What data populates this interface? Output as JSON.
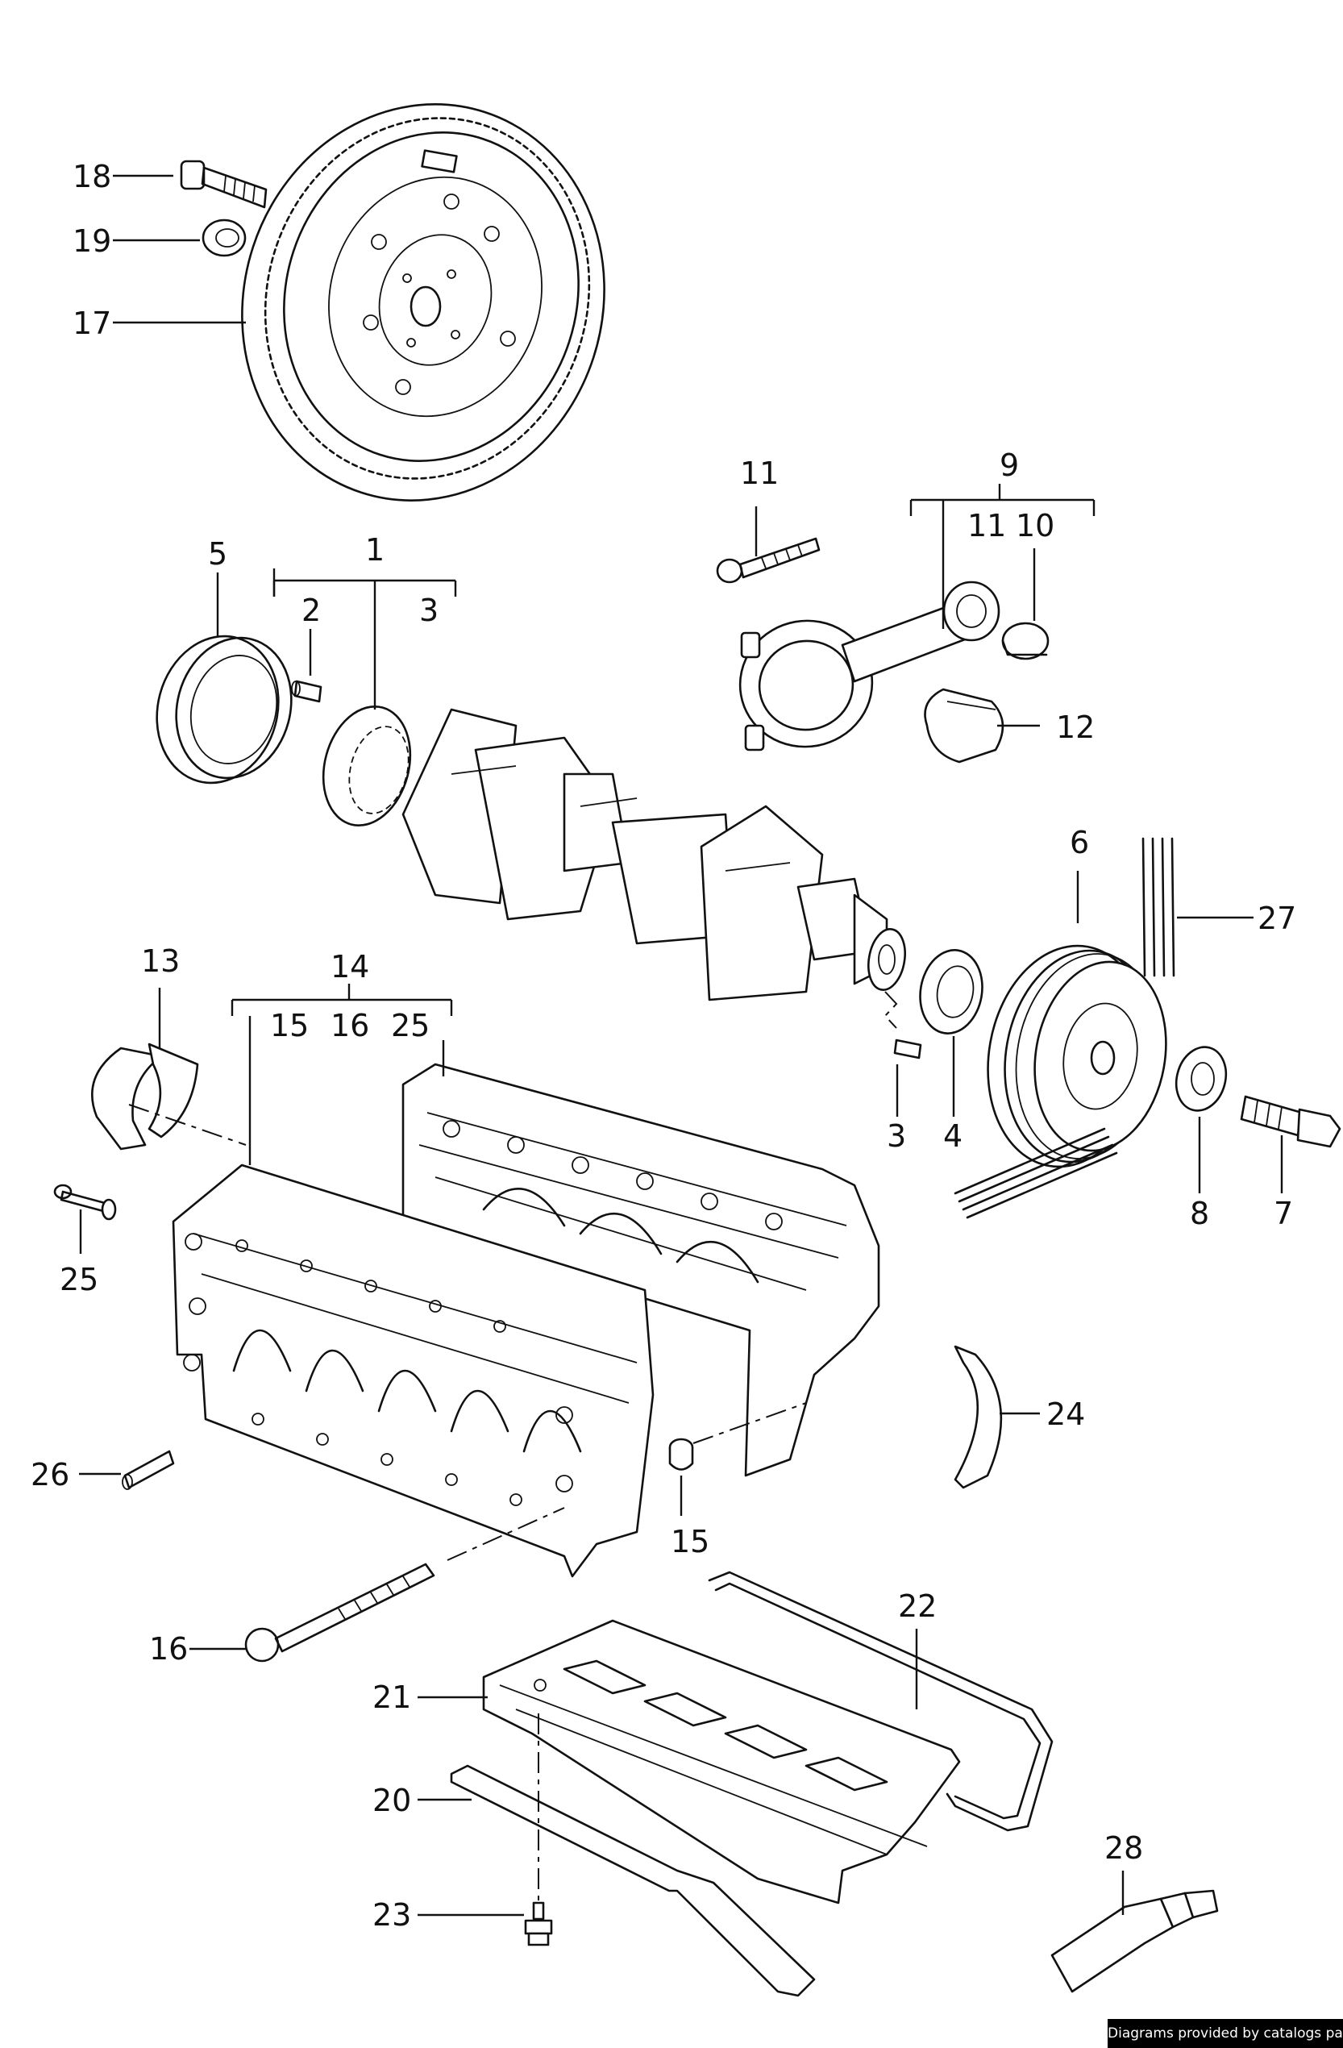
{
  "diagram": {
    "callouts": {
      "c1": "1",
      "c2": "2",
      "c3": "3",
      "c3b": "3",
      "c4": "4",
      "c5": "5",
      "c6": "6",
      "c7": "7",
      "c8": "8",
      "c9": "9",
      "c10": "10",
      "c11a": "11",
      "c11b": "11",
      "c12": "12",
      "c13": "13",
      "c14": "14",
      "c15a": "15",
      "c15b": "15",
      "c16a": "16",
      "c16b": "16",
      "c17": "17",
      "c18": "18",
      "c19": "19",
      "c20": "20",
      "c21": "21",
      "c22": "22",
      "c23": "23",
      "c24": "24",
      "c25a": "25",
      "c25b": "25",
      "c26": "26",
      "c27": "27",
      "c28": "28"
    }
  },
  "credit": "Diagrams provided by catalogs parts"
}
